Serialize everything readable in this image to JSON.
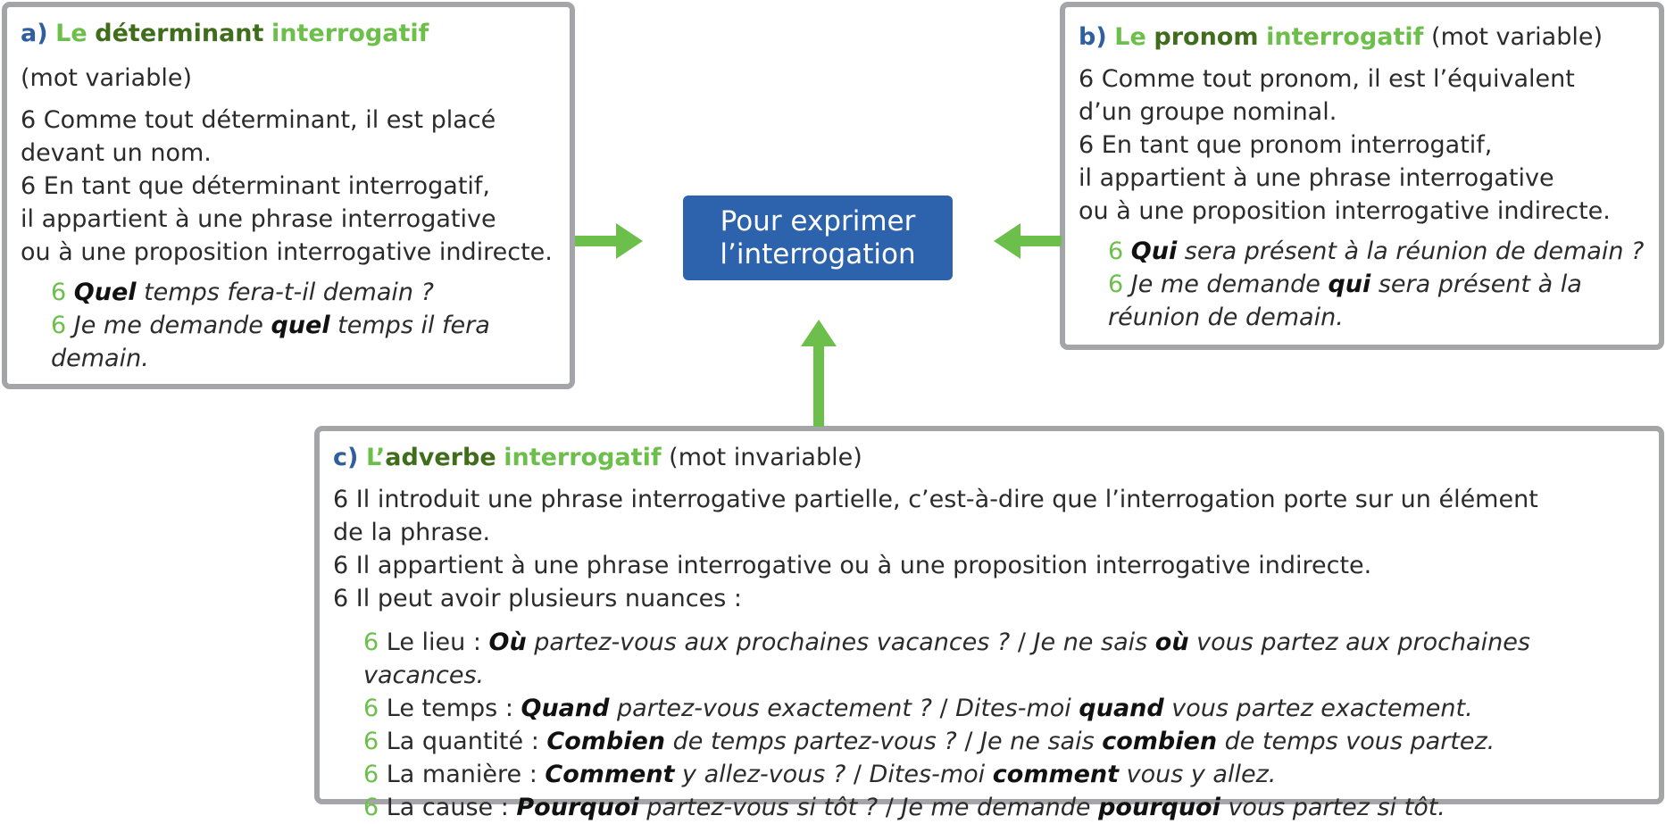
{
  "center": {
    "line1": "Pour exprimer",
    "line2": "l’interrogation",
    "color": "#2d63ad"
  },
  "colors": {
    "arrow": "#6dbf4b",
    "border": "#a3a5a8",
    "letter": "#2f5f9e",
    "title_light": "#6dbf4b",
    "title_dark": "#3f6d1c"
  },
  "bullet_glyph": "6",
  "box_a": {
    "letter": "a)",
    "title_1": "Le",
    "title_2": "déterminant",
    "title_3": "interrogatif",
    "subtitle": "(mot variable)",
    "points": [
      [
        "Comme tout déterminant, il est placé",
        "devant un nom."
      ],
      [
        "En tant que déterminant interrogatif,",
        "il appartient à une phrase interrogative",
        "ou à une proposition interrogative indirecte."
      ]
    ],
    "examples": [
      {
        "lines": [
          [
            {
              "b": true,
              "t": "Quel"
            },
            {
              "t": " temps fera-t-il demain ?"
            }
          ]
        ]
      },
      {
        "lines": [
          [
            {
              "t": "Je me demande "
            },
            {
              "b": true,
              "t": "quel"
            },
            {
              "t": " temps il fera"
            }
          ],
          [
            {
              "t": "demain."
            }
          ]
        ]
      }
    ]
  },
  "box_b": {
    "letter": "b)",
    "title_1": "Le",
    "title_2": "pronom",
    "title_3": "interrogatif",
    "title_suffix": "(mot variable)",
    "points": [
      [
        "Comme tout pronom, il est l’équivalent",
        "d’un groupe nominal."
      ],
      [
        "En tant que pronom interrogatif,",
        "il appartient à une phrase interrogative",
        "ou à une proposition interrogative indirecte."
      ]
    ],
    "examples": [
      {
        "lines": [
          [
            {
              "b": true,
              "t": "Qui"
            },
            {
              "t": " sera présent à la réunion de demain ?"
            }
          ]
        ]
      },
      {
        "lines": [
          [
            {
              "t": "Je me demande "
            },
            {
              "b": true,
              "t": "qui"
            },
            {
              "t": " sera présent à la"
            }
          ],
          [
            {
              "t": "réunion de demain."
            }
          ]
        ]
      }
    ]
  },
  "box_c": {
    "letter": "c)",
    "title_1": "L’",
    "title_2": "adverbe",
    "title_3": "interrogatif",
    "title_suffix": "(mot invariable)",
    "points": [
      [
        "Il introduit une phrase interrogative partielle, c’est-à-dire que l’interrogation porte sur un élément",
        "de la phrase."
      ],
      [
        "Il appartient à une phrase interrogative ou à une proposition interrogative indirecte."
      ],
      [
        "Il peut avoir plusieurs nuances :"
      ]
    ],
    "examples": [
      {
        "label": "Le lieu : ",
        "lines": [
          [
            {
              "b": true,
              "t": "Où"
            },
            {
              "t": " partez-vous aux prochaines vacances ? "
            },
            {
              "n": true,
              "t": "/"
            },
            {
              "t": " Je ne sais "
            },
            {
              "b": true,
              "t": "où"
            },
            {
              "t": " vous partez aux prochaines vacances."
            }
          ]
        ]
      },
      {
        "label": "Le temps : ",
        "lines": [
          [
            {
              "b": true,
              "t": "Quand"
            },
            {
              "t": " partez-vous exactement ? "
            },
            {
              "n": true,
              "t": "/"
            },
            {
              "t": " Dites-moi "
            },
            {
              "b": true,
              "t": "quand"
            },
            {
              "t": " vous partez exactement."
            }
          ]
        ]
      },
      {
        "label": "La quantité : ",
        "lines": [
          [
            {
              "b": true,
              "t": "Combien"
            },
            {
              "t": " de temps partez-vous ? "
            },
            {
              "n": true,
              "t": "/"
            },
            {
              "t": " Je ne sais "
            },
            {
              "b": true,
              "t": "combien"
            },
            {
              "t": " de temps vous partez."
            }
          ]
        ]
      },
      {
        "label": "La manière : ",
        "lines": [
          [
            {
              "b": true,
              "t": "Comment"
            },
            {
              "t": " y allez-vous ? "
            },
            {
              "n": true,
              "t": "/"
            },
            {
              "t": " Dites-moi "
            },
            {
              "b": true,
              "t": "comment"
            },
            {
              "t": " vous y allez."
            }
          ]
        ]
      },
      {
        "label": "La cause : ",
        "lines": [
          [
            {
              "b": true,
              "t": "Pourquoi"
            },
            {
              "t": " partez-vous si tôt ? "
            },
            {
              "n": true,
              "t": "/"
            },
            {
              "t": " Je me demande "
            },
            {
              "b": true,
              "t": "pourquoi"
            },
            {
              "t": " vous partez si tôt."
            }
          ]
        ]
      }
    ]
  }
}
